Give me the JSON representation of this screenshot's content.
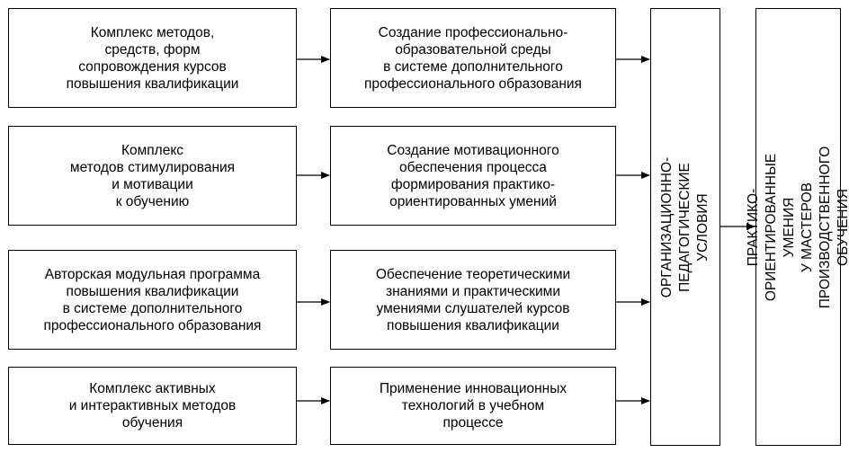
{
  "col1": [
    "Комплекс методов,\nсредств, форм\nсопровождения курсов\nповышения квалификации",
    "Комплекс\nметодов стимулирования\nи мотивации\nк обучению",
    "Авторская модульная программа\nповышения квалификации\nв системе дополнительного\nпрофессионального образования",
    "Комплекс активных\nи интерактивных методов\nобучения"
  ],
  "col2": [
    "Создание профессионально-\nобразовательной среды\nв системе дополнительного\nпрофессионального образования",
    "Создание мотивационного\nобеспечения процесса\nформирования практико-\nориентированных умений",
    "Обеспечение теоретическими\nзнаниями и практическими\nумениями слушателей курсов\nповышения квалификации",
    "Применение инновационных\nтехнологий в учебном\nпроцессе"
  ],
  "conditions": "ОРГАНИЗАЦИОННО-ПЕДАГОГИЧЕСКИЕ\nУСЛОВИЯ",
  "result": "ПРАКТИКО-ОРИЕНТИРОВАННЫЕ УМЕНИЯ\nУ МАСТЕРОВ ПРОИЗВОДСТВЕННОГО\nОБУЧЕНИЯ"
}
